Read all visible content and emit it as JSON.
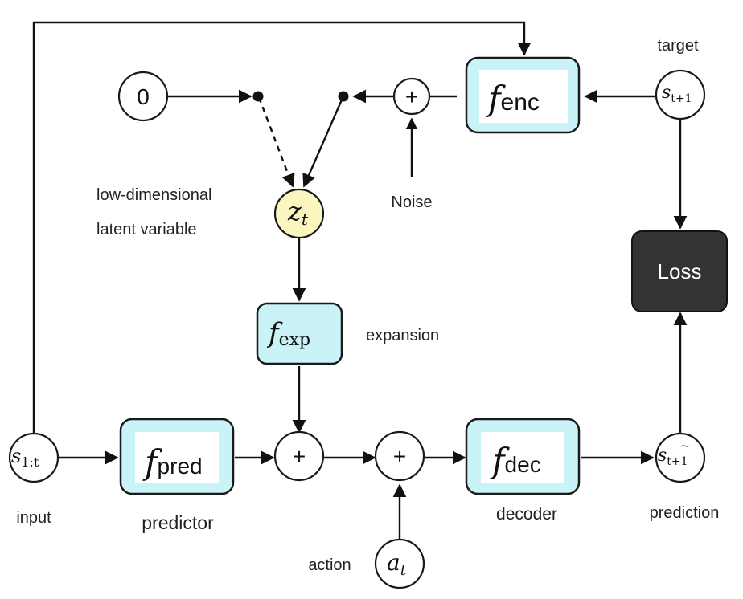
{
  "labels": {
    "target": "target",
    "input": "input",
    "predictor": "predictor",
    "decoder": "decoder",
    "prediction": "prediction",
    "action": "action",
    "expansion": "expansion",
    "noise": "Noise",
    "latent_line1": "low-dimensional",
    "latent_line2": "latent variable",
    "loss": "Loss",
    "zero": "0",
    "plus": "+"
  },
  "nodes": {
    "f_enc": {
      "f": "f",
      "sub": "enc"
    },
    "f_pred": {
      "f": "f",
      "sub": "pred"
    },
    "f_dec": {
      "f": "f",
      "sub": "dec"
    },
    "f_exp": {
      "f": "f",
      "sub": "exp"
    },
    "z_t": {
      "var": "z",
      "sub": "t"
    },
    "a_t": {
      "var": "a",
      "sub": "t"
    },
    "s_input": {
      "var": "s",
      "sub": "1:t"
    },
    "s_target": {
      "var": "s",
      "sub": "t+1"
    },
    "s_pred": {
      "var": "s",
      "sub": "t+1",
      "accent": "~"
    }
  },
  "colors": {
    "module_fill": "#c9f3f7",
    "latent_fill": "#fbf6c0",
    "loss_fill": "#333333",
    "loss_text": "#ffffff"
  }
}
